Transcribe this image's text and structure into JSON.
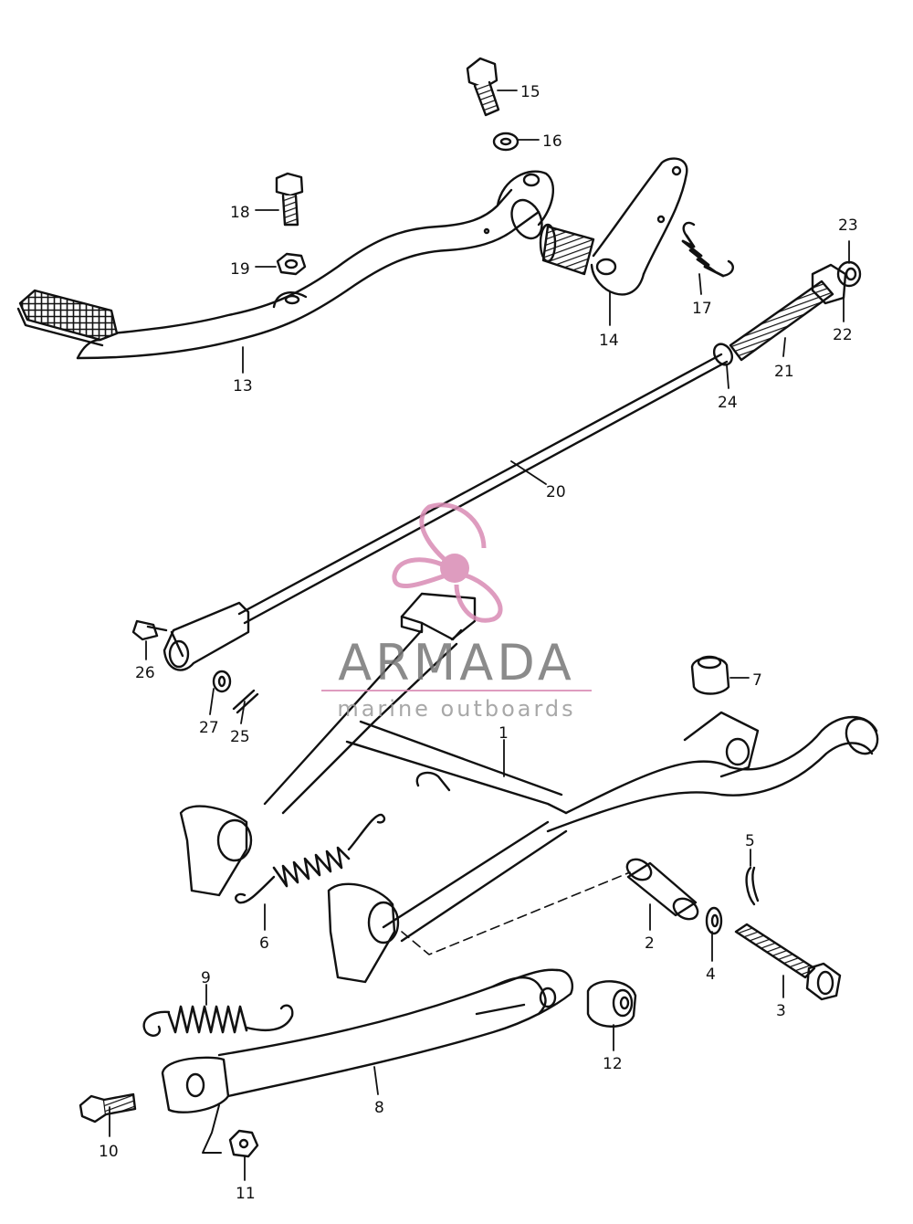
{
  "parts": [
    {
      "id": "p1",
      "label": "1"
    },
    {
      "id": "p2",
      "label": "2"
    },
    {
      "id": "p3",
      "label": "3"
    },
    {
      "id": "p4",
      "label": "4"
    },
    {
      "id": "p5",
      "label": "5"
    },
    {
      "id": "p6",
      "label": "6"
    },
    {
      "id": "p7",
      "label": "7"
    },
    {
      "id": "p8",
      "label": "8"
    },
    {
      "id": "p9",
      "label": "9"
    },
    {
      "id": "p10",
      "label": "10"
    },
    {
      "id": "p11",
      "label": "11"
    },
    {
      "id": "p12",
      "label": "12"
    },
    {
      "id": "p13",
      "label": "13"
    },
    {
      "id": "p14",
      "label": "14"
    },
    {
      "id": "p15",
      "label": "15"
    },
    {
      "id": "p16",
      "label": "16"
    },
    {
      "id": "p17",
      "label": "17"
    },
    {
      "id": "p18",
      "label": "18"
    },
    {
      "id": "p19",
      "label": "19"
    },
    {
      "id": "p20",
      "label": "20"
    },
    {
      "id": "p21",
      "label": "21"
    },
    {
      "id": "p22",
      "label": "22"
    },
    {
      "id": "p23",
      "label": "23"
    },
    {
      "id": "p24",
      "label": "24"
    },
    {
      "id": "p25",
      "label": "25"
    },
    {
      "id": "p26",
      "label": "26"
    },
    {
      "id": "p27",
      "label": "27"
    }
  ],
  "watermark": {
    "name": "ARMADA",
    "tagline": "marine outboards",
    "color": "#d98bb4",
    "text_color": "#777777"
  },
  "colors": {
    "line": "#111111",
    "background": "#ffffff"
  }
}
